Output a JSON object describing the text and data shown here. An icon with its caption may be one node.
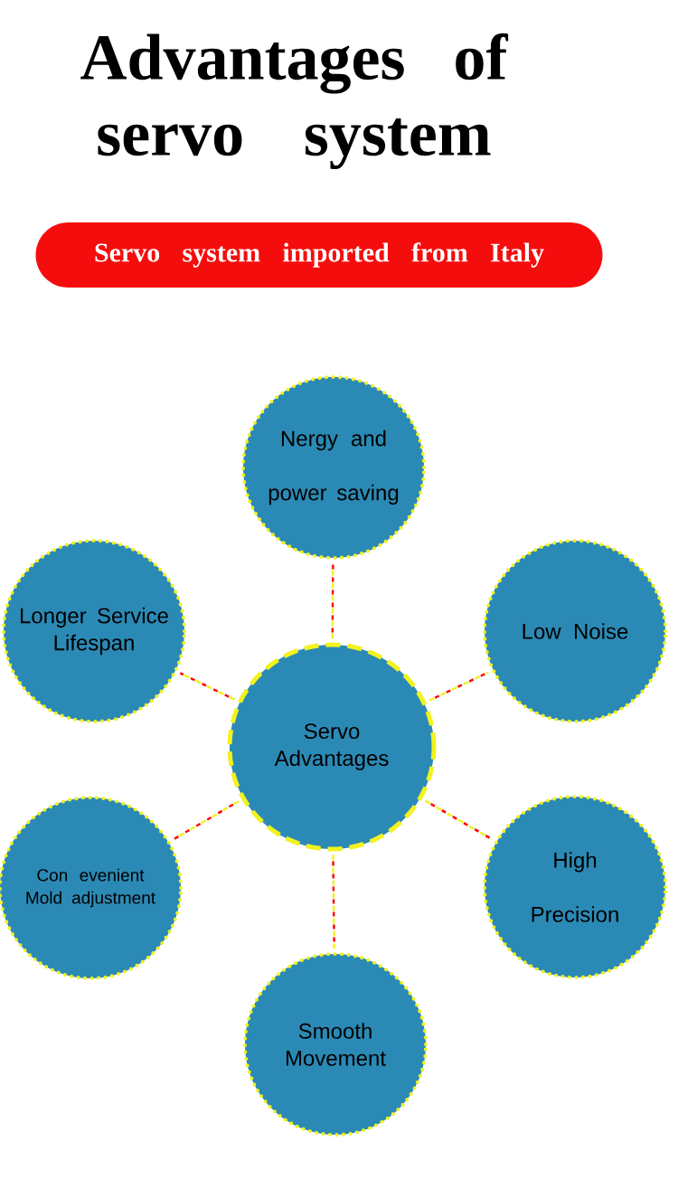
{
  "diagram": {
    "title": "Advantages of servo system",
    "nodes": [
      {
        "text": [
          "Servo system imported from Italy"
        ]
      },
      {
        "text": [
          "Nergy and power saving"
        ]
      },
      {
        "text": [
          "Longer Service Lifespan"
        ]
      },
      {
        "text": [
          "Low Noise"
        ]
      },
      {
        "text": [
          "Servo Advantages"
        ]
      },
      {
        "text": [
          "Con evenient Mold adjustment"
        ]
      },
      {
        "text": [
          "High Precision"
        ]
      },
      {
        "text": [
          "Smooth Movement"
        ]
      }
    ],
    "edges": [
      {
        "from": 4,
        "to": 1,
        "arrow": "none",
        "style": "dashed"
      },
      {
        "from": 4,
        "to": 2,
        "arrow": "none",
        "style": "dashed"
      },
      {
        "from": 4,
        "to": 3,
        "arrow": "none",
        "style": "dashed"
      },
      {
        "from": 4,
        "to": 5,
        "arrow": "none",
        "style": "dashed"
      },
      {
        "from": 4,
        "to": 6,
        "arrow": "none",
        "style": "dashed"
      },
      {
        "from": 4,
        "to": 7,
        "arrow": "none",
        "style": "dashed"
      }
    ]
  }
}
